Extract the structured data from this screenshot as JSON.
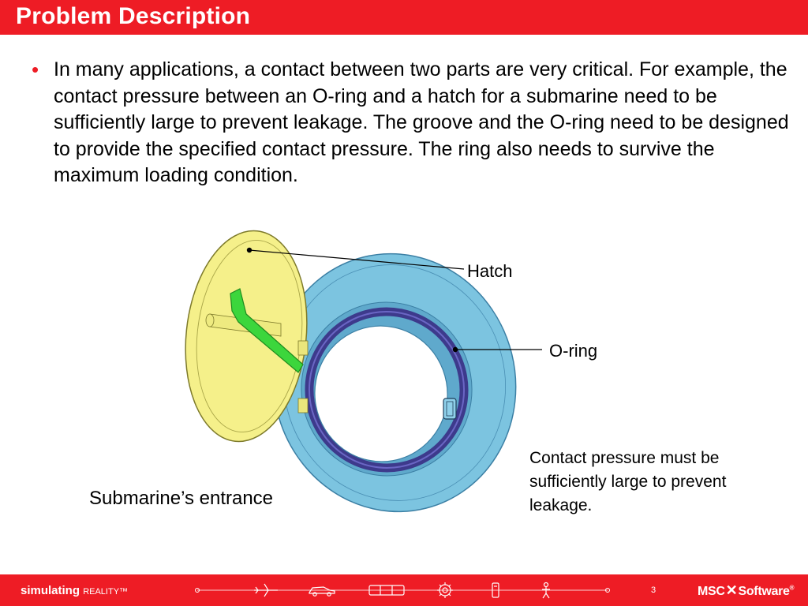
{
  "header": {
    "title": "Problem Description"
  },
  "body": {
    "bullet": "In many applications, a contact between two parts are very critical. For example, the contact pressure between an O-ring and a hatch for a submarine need to be sufficiently large to prevent leakage. The groove and the O-ring need to be designed to provide the specified contact pressure. The ring also needs to survive the maximum loading condition."
  },
  "figure": {
    "label_hatch": "Hatch",
    "label_oring": "O-ring",
    "label_contact": "Contact pressure must be sufficiently large to prevent leakage.",
    "caption": "Submarine’s entrance"
  },
  "footer": {
    "brand_main": "simulating",
    "brand_sub": "REALITY™",
    "page_number": "3",
    "logo_left": "MSC",
    "logo_right": "Software",
    "logo_mark": "®"
  },
  "colors": {
    "accent": "#ee1c25",
    "hatch_fill": "#f5f08a",
    "ring_fill": "#7cc4e0",
    "oring": "#3d3a8c",
    "handle": "#3cd63c"
  }
}
